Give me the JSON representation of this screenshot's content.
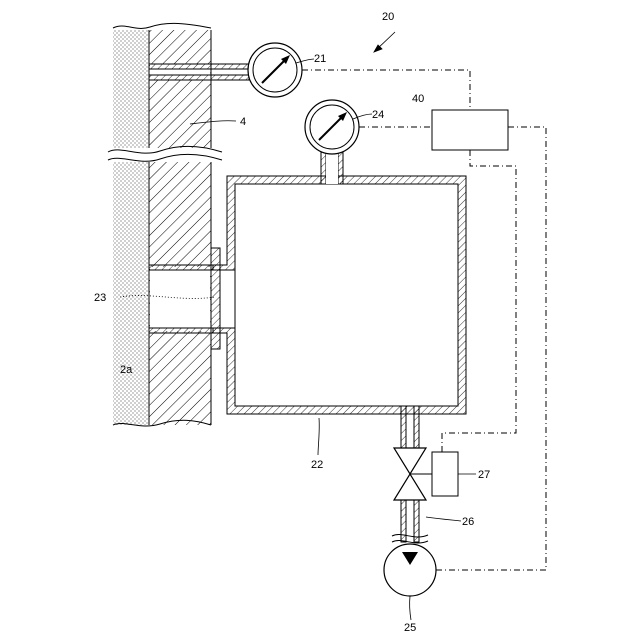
{
  "figure_number": "20",
  "labels": {
    "pressure_gauge_wall": "21",
    "chamber": "22",
    "flange_plate": "23",
    "pressure_gauge_chamber": "24",
    "pump": "25",
    "pipe": "26",
    "valve_actuator": "27",
    "controller": "40",
    "wall": "4",
    "soil": "2a"
  }
}
